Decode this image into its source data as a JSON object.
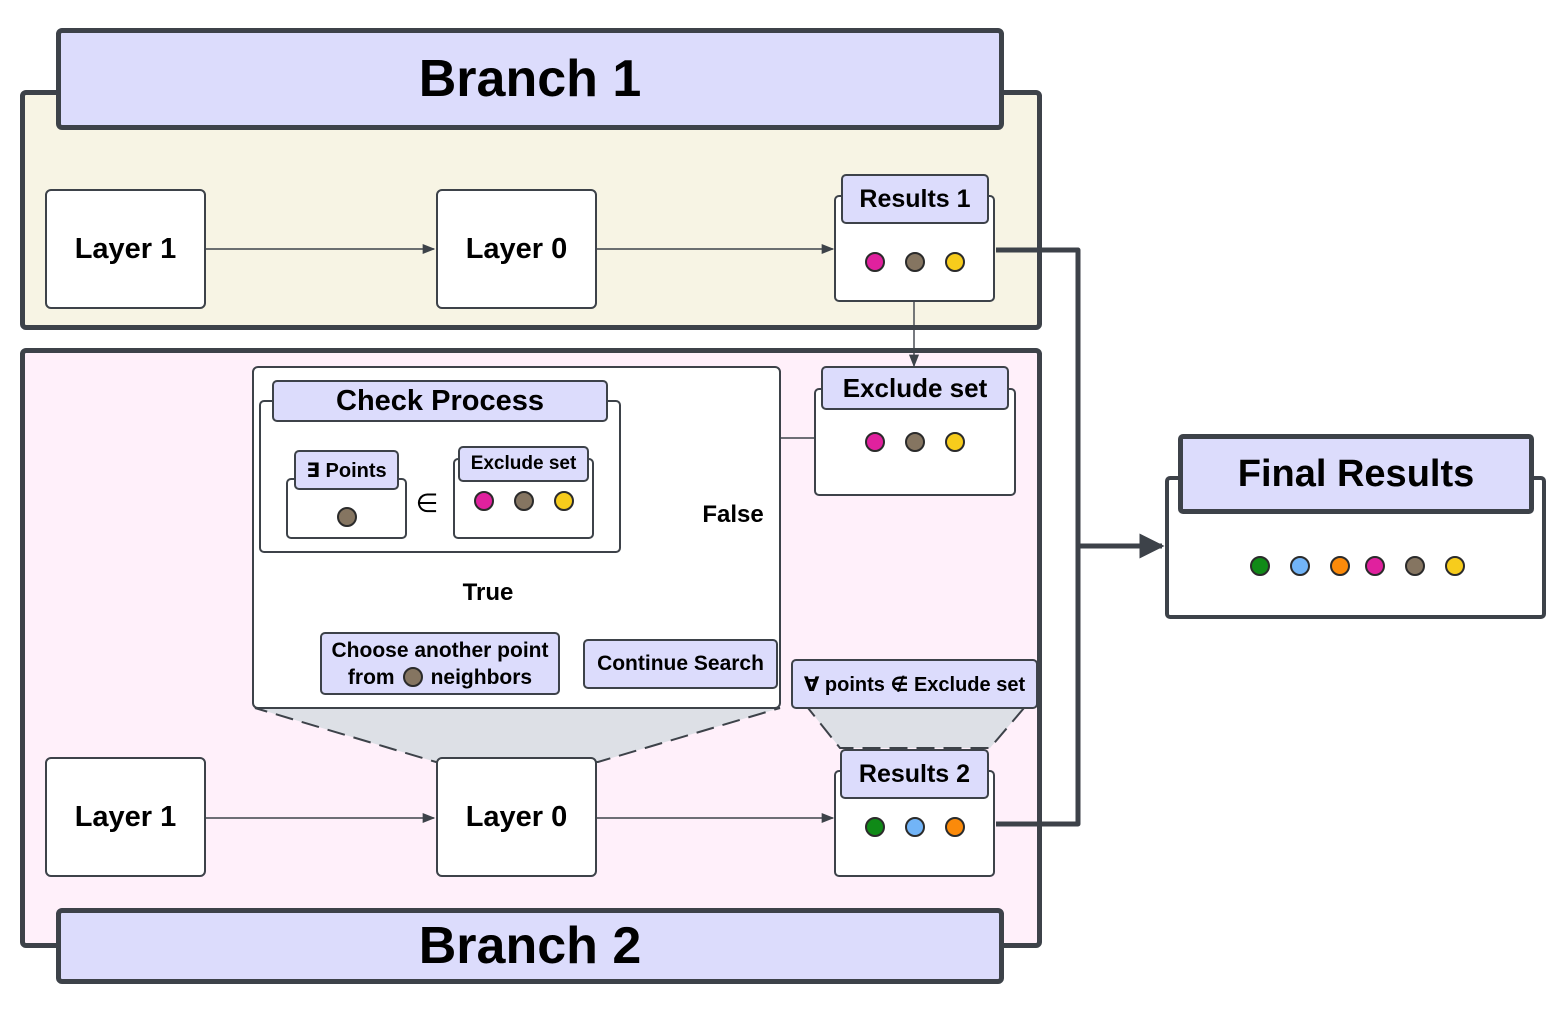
{
  "colors": {
    "magenta": "#e0219e",
    "brown": "#857561",
    "yellow": "#f7cc1c",
    "green": "#108a17",
    "light_blue": "#72b4f7",
    "orange": "#fb8a0a"
  },
  "branch1": {
    "title": "Branch 1",
    "layer1": "Layer 1",
    "layer0": "Layer 0",
    "results_title": "Results 1",
    "results_dots": [
      "magenta",
      "brown",
      "yellow"
    ]
  },
  "branch2": {
    "title": "Branch 2",
    "layer1": "Layer 1",
    "layer0": "Layer 0",
    "results_title": "Results 2",
    "results_dots": [
      "green",
      "light_blue",
      "orange"
    ],
    "forall_label": "∀ points ∉  Exclude set"
  },
  "exclude_set": {
    "title": "Exclude set",
    "dots": [
      "magenta",
      "brown",
      "yellow"
    ]
  },
  "check_process": {
    "title": "Check Process",
    "exists_points": "∃ Points",
    "element_of": "∈",
    "exclude_set_label": "Exclude set",
    "true_label": "True",
    "false_label": "False",
    "choose_line1": "Choose another point",
    "choose_from": "from",
    "choose_neighbors": "neighbors",
    "continue_search": "Continue Search"
  },
  "final_results": {
    "title": "Final Results",
    "dots": [
      "green",
      "light_blue",
      "orange",
      "magenta",
      "brown",
      "yellow"
    ]
  }
}
